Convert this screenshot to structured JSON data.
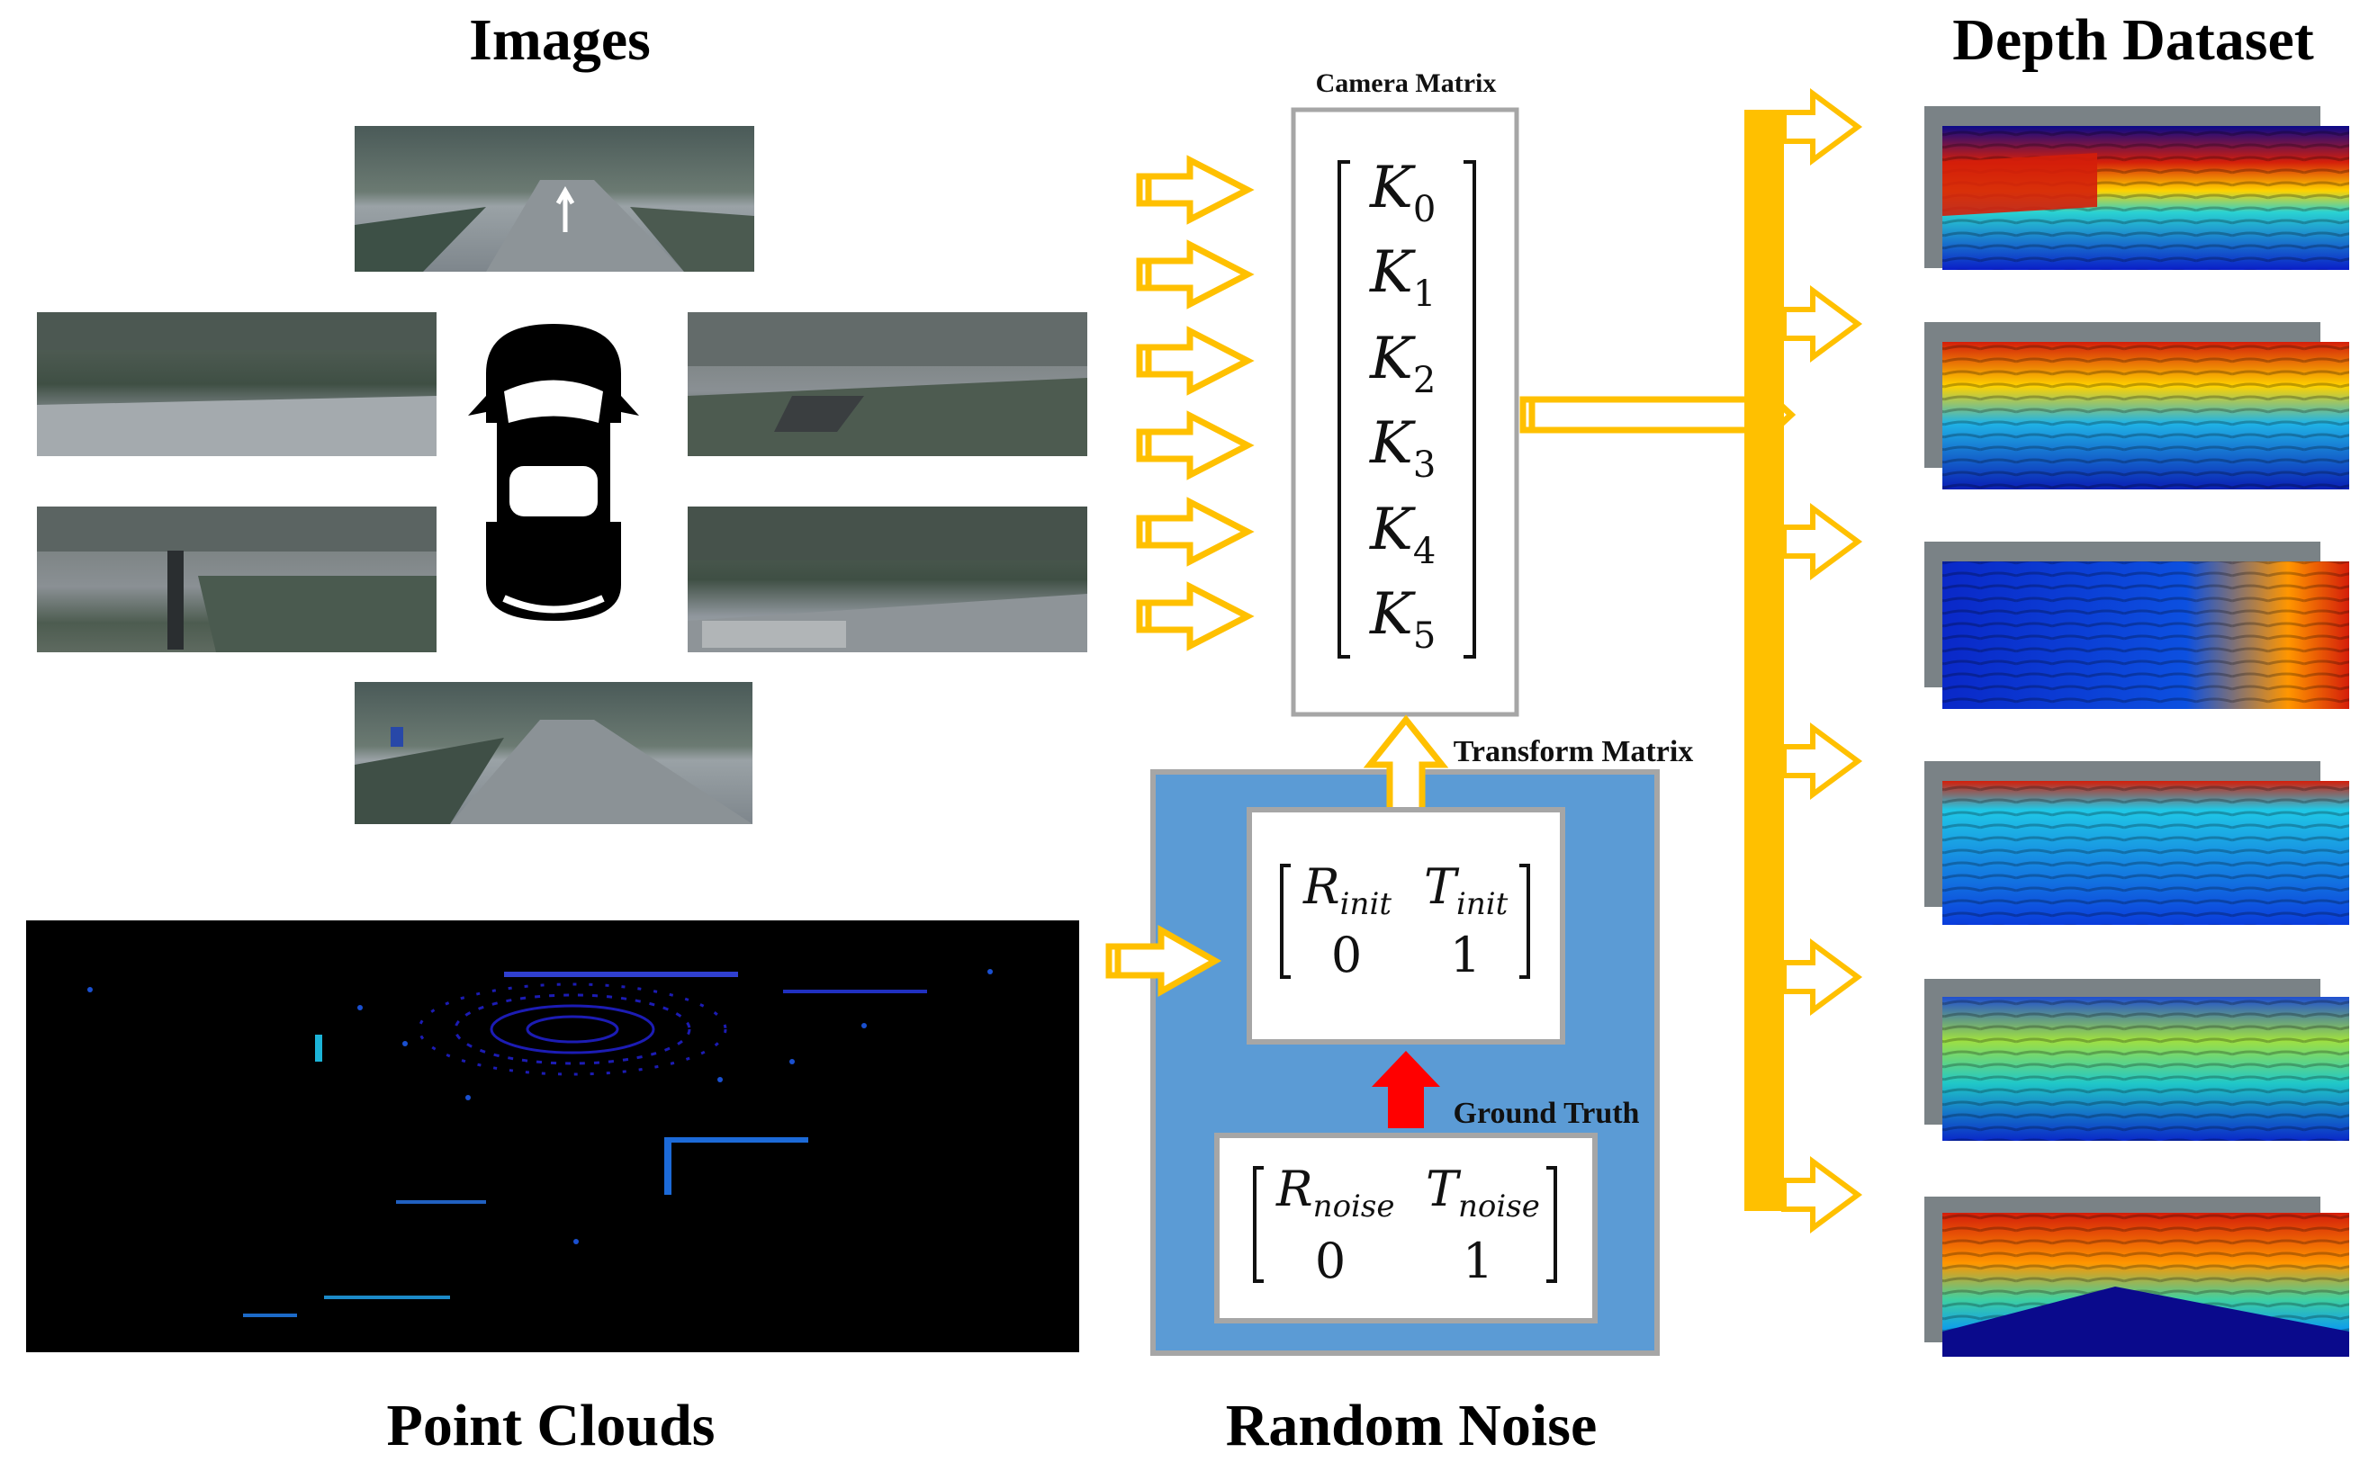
{
  "titles": {
    "images": "Images",
    "depth_dataset": "Depth Dataset",
    "point_clouds": "Point Clouds",
    "random_noise": "Random Noise"
  },
  "labels": {
    "camera_matrix": "Camera Matrix",
    "transform_matrix": "Transform Matrix",
    "ground_truth": "Ground Truth"
  },
  "camera_matrix_entries": [
    {
      "sym": "K",
      "sub": "0"
    },
    {
      "sym": "K",
      "sub": "1"
    },
    {
      "sym": "K",
      "sub": "2"
    },
    {
      "sym": "K",
      "sub": "3"
    },
    {
      "sym": "K",
      "sub": "4"
    },
    {
      "sym": "K",
      "sub": "5"
    }
  ],
  "init_matrix": {
    "r": "R",
    "r_sub": "init",
    "t": "T",
    "t_sub": "init",
    "zero": "0",
    "one": "1"
  },
  "noise_matrix": {
    "r": "R",
    "r_sub": "noise",
    "t": "T",
    "t_sub": "noise",
    "zero": "0",
    "one": "1"
  },
  "colors": {
    "arrow_orange": "#FFC000",
    "noise_panel_blue": "#5B9BD5",
    "panel_border_gray": "#A6A6A6",
    "gt_arrow_red": "#FF0000",
    "pointcloud_bg": "#000000"
  }
}
